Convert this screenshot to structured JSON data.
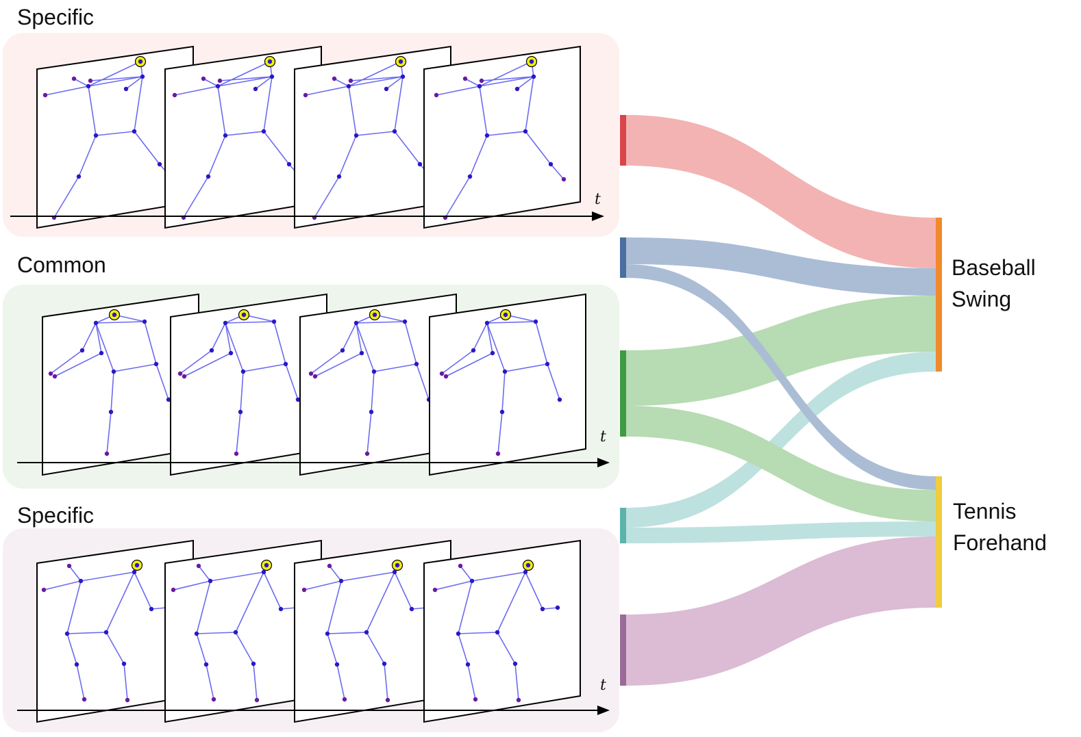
{
  "colors": {
    "specific_top_panel": "#fdf0ef",
    "common_panel": "#eef5ec",
    "specific_bottom_panel": "#f6f0f4",
    "skeleton_line": "#6b6bf0",
    "joint": "#2b18c4",
    "end_joint": "#6a1aa0",
    "highlight_ring": "#f2ee10",
    "flow_red": "#ef9a9a",
    "flow_blue": "#8fa8c8",
    "flow_green": "#9fd09a",
    "flow_teal": "#a8d8d5",
    "flow_purple": "#cfa6c6",
    "node_red": "#d9454a",
    "node_blue": "#4a6f9f",
    "node_green": "#3f9a44",
    "node_teal": "#5cb3aa",
    "node_purple": "#9a6b98",
    "target_orange": "#f08a2c",
    "target_yellow": "#f0cc3e"
  },
  "panels": [
    {
      "label": "Specific",
      "axis_label": "t"
    },
    {
      "label": "Common",
      "axis_label": "t"
    },
    {
      "label": "Specific",
      "axis_label": "t"
    }
  ],
  "targets": [
    {
      "line1": "Baseball",
      "line2": "Swing"
    },
    {
      "line1": "Tennis",
      "line2": "Forehand"
    }
  ]
}
